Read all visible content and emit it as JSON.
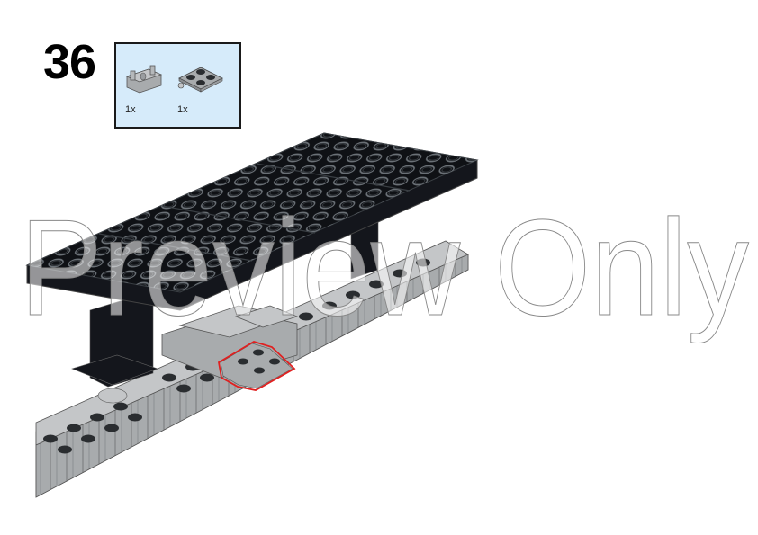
{
  "page": {
    "step_number": "36",
    "watermark_text": "Preview Only"
  },
  "parts_list": {
    "background_color": "#d6ebfa",
    "items": [
      {
        "name": "hinge-brick-1x2-base",
        "color": "light-bluish-gray",
        "quantity": "1x"
      },
      {
        "name": "hinge-plate-2x2-top",
        "color": "light-bluish-gray",
        "quantity": "1x"
      }
    ]
  },
  "build": {
    "highlight_color": "#e02020",
    "colors": {
      "black_plate": "#14161c",
      "stud_ring": "#6c7278",
      "gray_brick": "#a8abad",
      "gray_top": "#c4c6c8",
      "gray_dark": "#8a8d90"
    }
  }
}
